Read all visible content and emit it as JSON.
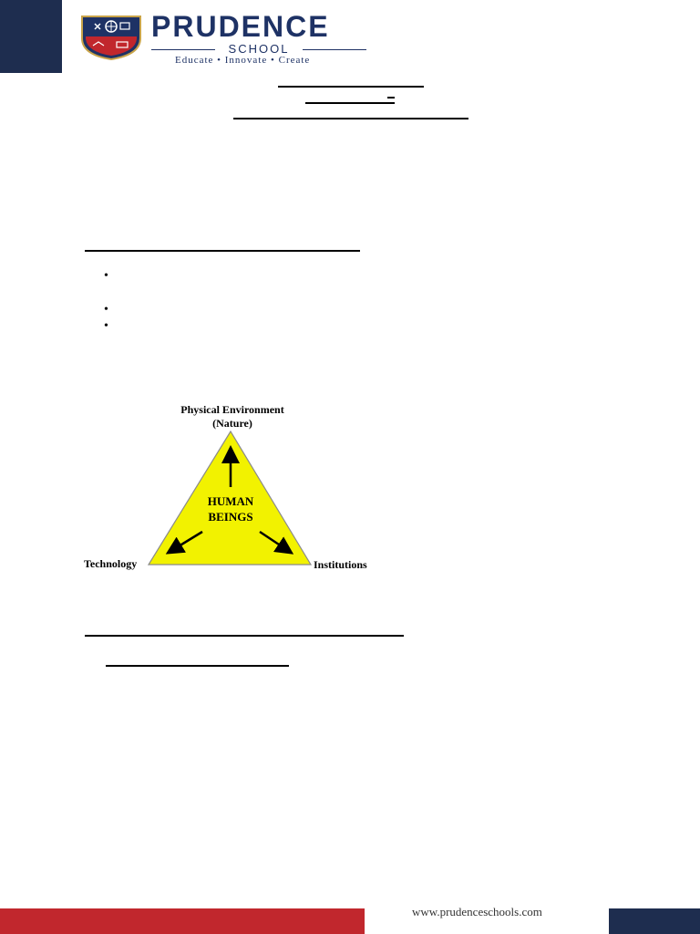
{
  "header": {
    "school_name": "PRUDENCE",
    "school_subtitle": "SCHOOL",
    "tagline": "Educate • Innovate • Create",
    "brand_navy": "#1e2d4f",
    "brand_red": "#c1272d"
  },
  "diagram": {
    "top_label_line1": "Physical Environment",
    "top_label_line2": "(Nature)",
    "center_line1": "HUMAN",
    "center_line2": "BEINGS",
    "left_label": "Technology",
    "right_label": "Institutions",
    "fill_color": "#f2f200"
  },
  "footer": {
    "website": "www.prudenceschools.com"
  }
}
